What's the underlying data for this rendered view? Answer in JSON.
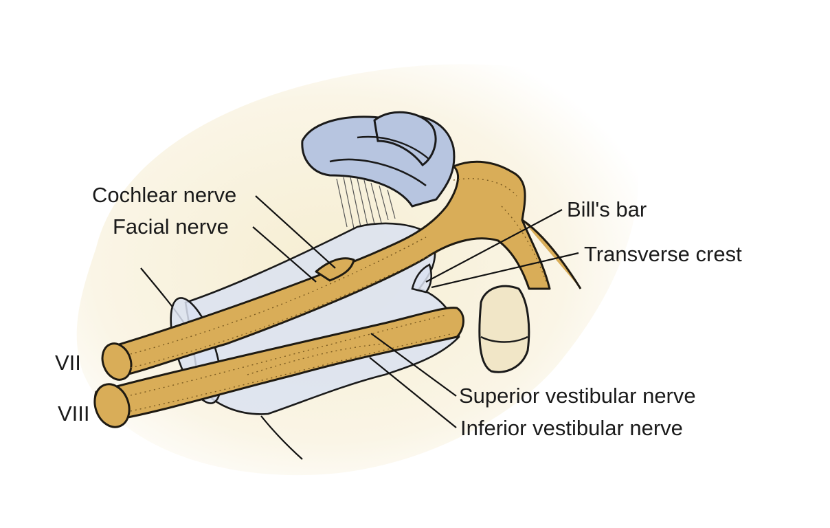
{
  "figure": {
    "labels": {
      "cochlear_nerve": "Cochlear nerve",
      "facial_nerve": "Facial nerve",
      "bills_bar": "Bill's bar",
      "transverse_crest": "Transverse crest",
      "vii": "VII",
      "viii": "VIII",
      "superior_vestibular_nerve": "Superior vestibular nerve",
      "inferior_vestibular_nerve": "Inferior vestibular nerve"
    },
    "colors": {
      "nerve": "#d9ad58",
      "cochlea": "#b7c5e0",
      "canal": "#dbe2f1",
      "background_wash": "#f7f0d6"
    }
  }
}
